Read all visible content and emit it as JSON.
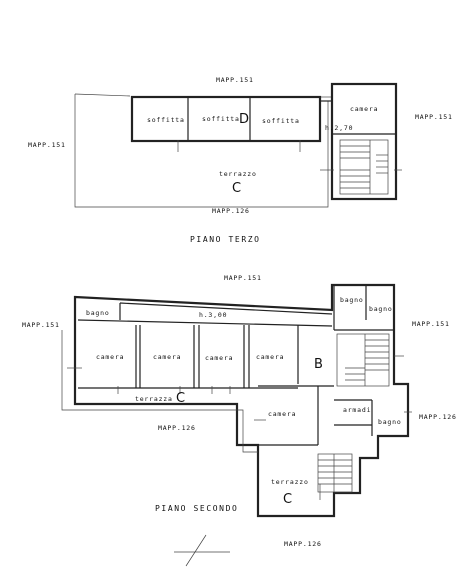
{
  "floors": {
    "terzo": {
      "title": "PIANO TERZO",
      "mapp_top": "MAPP.151",
      "mapp_left": "MAPP.151",
      "mapp_right": "MAPP.151",
      "mapp_bottom": "MAPP.126",
      "rooms": {
        "soffitta_1": "soffitta",
        "soffitta_2": "soffitta",
        "soffitta_3": "soffitta",
        "camera": "camera",
        "terrazzo": "terrazzo"
      },
      "height_note": "h.2,70",
      "letter_d": "D",
      "letter_c": "C"
    },
    "secondo": {
      "title": "PIANO SECONDO",
      "mapp_top": "MAPP.151",
      "mapp_left": "MAPP.151",
      "mapp_right_1": "MAPP.151",
      "mapp_right_2": "MAPP.126",
      "mapp_bottom_left": "MAPP.126",
      "mapp_bottom": "MAPP.126",
      "rooms": {
        "bagno_left": "bagno",
        "bagno_top": "bagno",
        "bagno_top2": "bagno",
        "camera_1": "camera",
        "camera_2": "camera",
        "camera_3": "camera",
        "camera_4": "camera",
        "camera_5": "camera",
        "armadi": "armadi",
        "bagno_right": "bagno",
        "terrazza": "terrazza",
        "terrazzo": "terrazzo"
      },
      "height_note": "h.3,00",
      "letter_b": "B",
      "letter_c1": "C",
      "letter_c2": "C"
    }
  }
}
